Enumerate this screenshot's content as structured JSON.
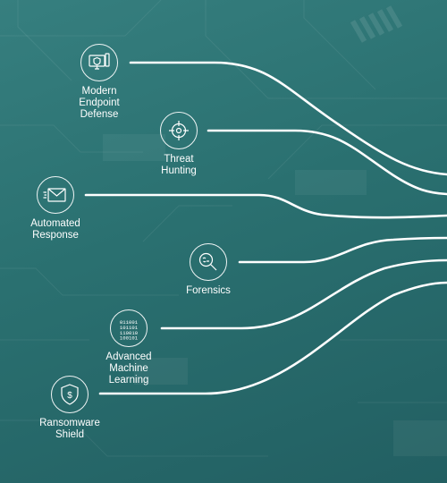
{
  "colors": {
    "background": "#2c7474",
    "line": "#ffffff",
    "text": "#ffffff"
  },
  "features": [
    {
      "id": "modern-endpoint-defense",
      "label": "Modern\nEndpoint\nDefense",
      "icon": "monitor-shield-icon"
    },
    {
      "id": "threat-hunting",
      "label": "Threat\nHunting",
      "icon": "crosshair-icon"
    },
    {
      "id": "automated-response",
      "label": "Automated\nResponse",
      "icon": "envelope-icon"
    },
    {
      "id": "forensics",
      "label": "Forensics",
      "icon": "magnifier-icon"
    },
    {
      "id": "advanced-machine-learning",
      "label": "Advanced\nMachine\nLearning",
      "icon": "binary-code-icon"
    },
    {
      "id": "ransomware-shield",
      "label": "Ransomware\nShield",
      "icon": "dollar-shield-icon"
    }
  ]
}
